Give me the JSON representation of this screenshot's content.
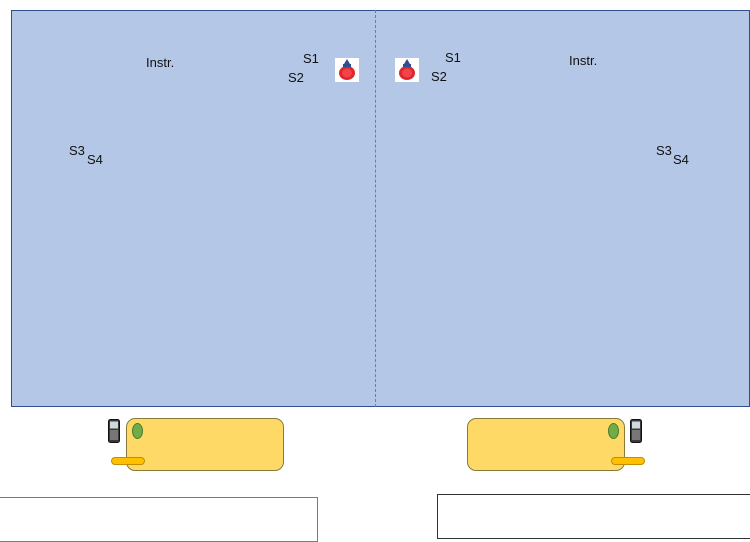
{
  "left_pool": {
    "instrument_label": "Instr.",
    "s1": "S1",
    "s2": "S2",
    "s3": "S3",
    "s4": "S4"
  },
  "right_pool": {
    "instrument_label": "Instr.",
    "s1": "S1",
    "s2": "S2",
    "s3": "S3",
    "s4": "S4"
  },
  "colors": {
    "water": "#b4c7e7",
    "divider": "#d9535b",
    "boat": "#ffd966",
    "buoy": "#e0262b"
  },
  "icons": [
    "buoy-icon",
    "mobile-phone-icon",
    "porthole-icon"
  ]
}
